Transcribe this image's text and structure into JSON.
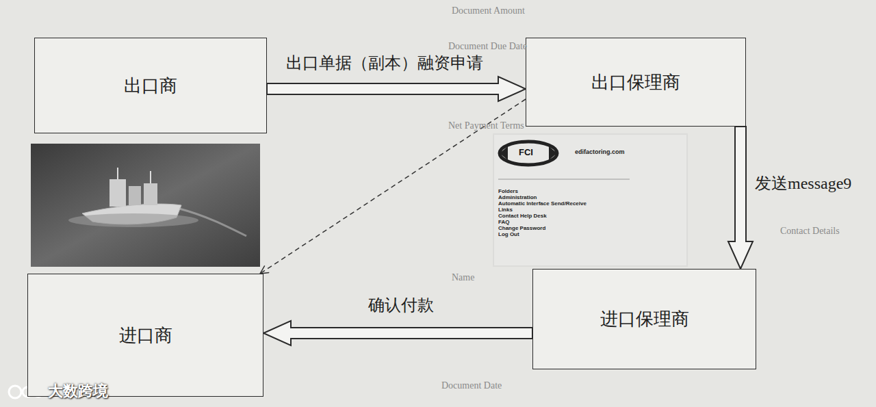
{
  "diagram": {
    "nodes": [
      {
        "text": [
          "出口商"
        ]
      },
      {
        "text": [
          "出口保理商"
        ]
      },
      {
        "text": [
          "进口商"
        ]
      },
      {
        "text": [
          "进口保理商"
        ]
      }
    ],
    "edges": [
      {
        "from": 0,
        "to": 1,
        "arrow": "to",
        "label": "出口单据（副本）融资申请"
      },
      {
        "from": 1,
        "to": 3,
        "arrow": "to",
        "label": "发送message9"
      },
      {
        "from": 3,
        "to": 2,
        "arrow": "to",
        "label": "确认付款"
      },
      {
        "from": 1,
        "to": 2,
        "arrow": "to"
      }
    ],
    "labels": [
      "FCI",
      "edifactoring.com",
      "Folders",
      "Administration",
      "Automatic Interface Send/Receive",
      "Links",
      "Contact Help Desk",
      "FAQ",
      "Change Password",
      "Log Out",
      "Document Amount",
      "Document Due Date",
      "Net Payment Terms",
      "Contact Details",
      "Name",
      "Document Date",
      "大数跨境"
    ]
  }
}
